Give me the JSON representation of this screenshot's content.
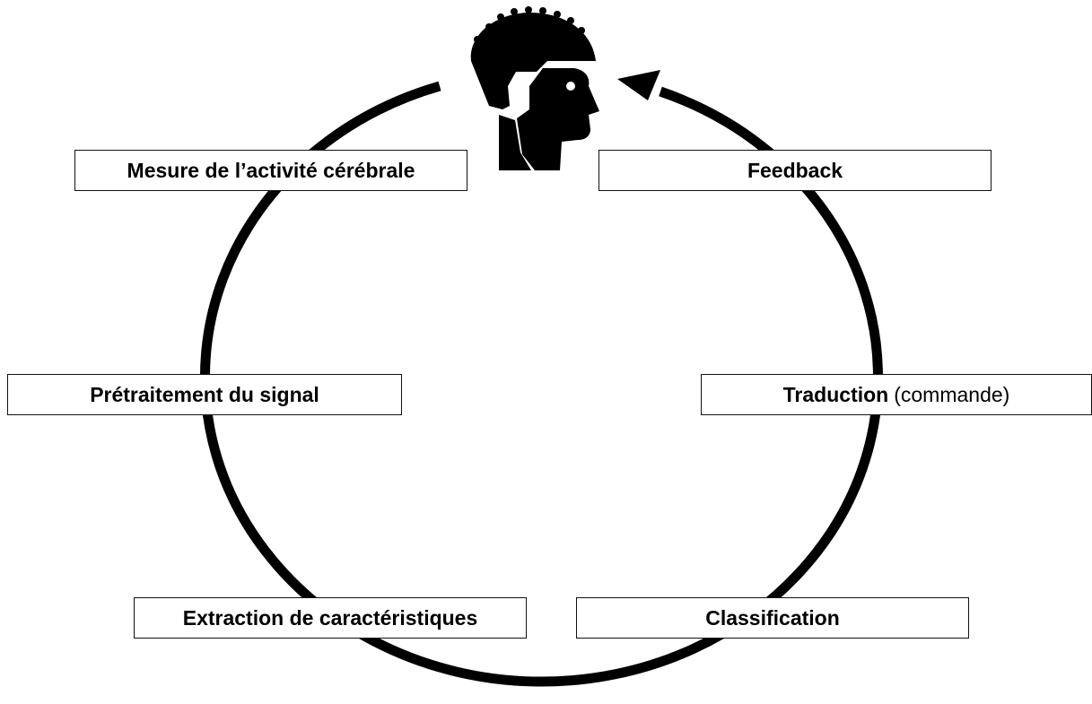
{
  "steps": {
    "mesure": "Mesure de l’activité cérébrale",
    "pretraitement": "Prétraitement du signal",
    "extraction": "Extraction de caractéristiques",
    "classification": "Classification",
    "traduction": "Traduction",
    "traduction_note": "(commande)",
    "feedback": "Feedback"
  },
  "colors": {
    "stroke": "#000000",
    "box_border": "#111111",
    "background": "#ffffff"
  },
  "icons": {
    "center_top": "person-with-eeg-cap-icon",
    "arrow": "arrowhead-icon"
  }
}
